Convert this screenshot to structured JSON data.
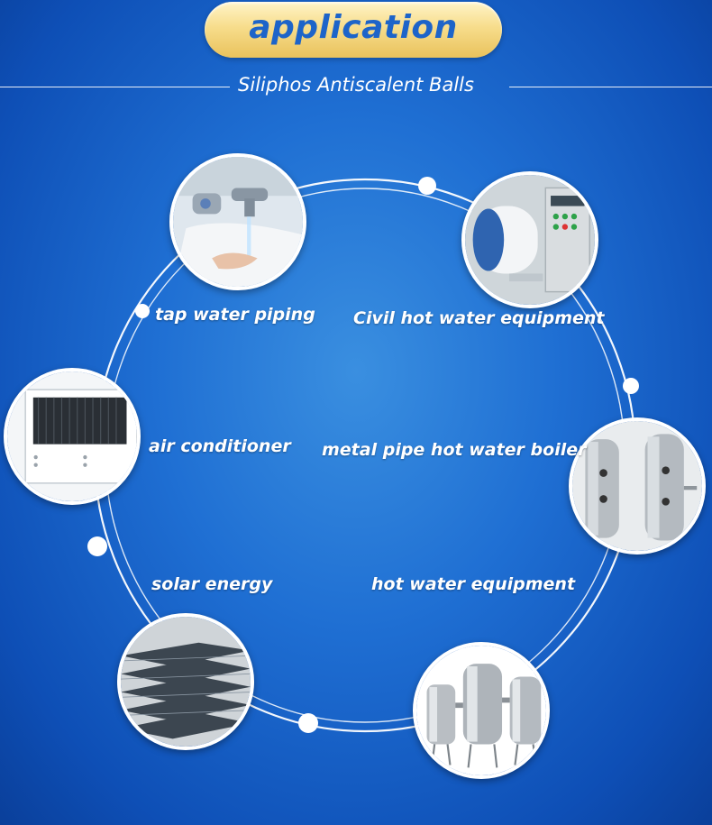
{
  "header": {
    "title": "application",
    "subtitle": "Siliphos Antiscalent Balls"
  },
  "applications": [
    {
      "id": "tap",
      "label": "tap water piping",
      "icon": "faucet-photo-icon"
    },
    {
      "id": "civil",
      "label": "Civil hot water equipment",
      "icon": "water-heater-photo-icon"
    },
    {
      "id": "ac",
      "label": "air conditioner",
      "icon": "air-conditioner-photo-icon"
    },
    {
      "id": "boiler",
      "label": "metal pipe hot water boiler",
      "icon": "boiler-photo-icon"
    },
    {
      "id": "solar",
      "label": "solar energy",
      "icon": "solar-panel-photo-icon"
    },
    {
      "id": "hotwater",
      "label": "hot water equipment",
      "icon": "tanks-photo-icon"
    }
  ],
  "colors": {
    "background": "#1f6fd3",
    "title_pill": "#f7dd8c",
    "title_text": "#1d64c9",
    "ring": "#ffffff"
  }
}
